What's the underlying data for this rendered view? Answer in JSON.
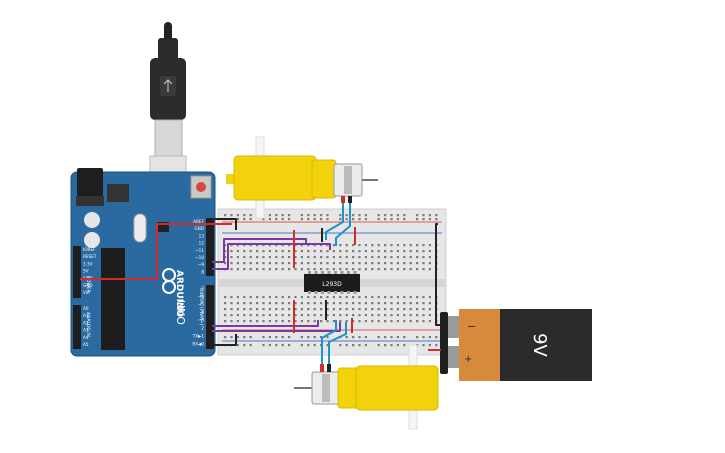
{
  "canvas": {
    "background": "#ffffff"
  },
  "arduino": {
    "board_color": "#2a6aa0",
    "brand": "ARDUINO",
    "model": "UNO",
    "digital_label": "DIGITAL (PWM~)",
    "pin_labels_top": [
      "AREF",
      "GND",
      "13",
      "12",
      "~11",
      "~10",
      "~9",
      "8"
    ],
    "pin_labels_bottom": [
      "7",
      "~6",
      "~5",
      "4",
      "~3",
      "2",
      "TX▶1",
      "RX◀0"
    ],
    "power_labels": [
      "IOREF",
      "RESET",
      "3.3V",
      "5V",
      "GND",
      "GND",
      "Vin"
    ],
    "analog_labels": [
      "A0",
      "A1",
      "A2",
      "A3",
      "A4",
      "A5"
    ],
    "power_header": "POWER",
    "analog_header": "ANALOG IN"
  },
  "chip": {
    "label": "L293D"
  },
  "battery": {
    "label": "9V",
    "minus": "−",
    "plus": "+"
  },
  "colors": {
    "red_wire": "#d42a2a",
    "black_wire": "#222222",
    "purple_wire": "#7b3aa0",
    "blue_wire": "#1f8fd0",
    "motor_yellow": "#f2d20a",
    "battery_orange": "#d88a3c",
    "battery_black": "#2b2b2b",
    "breadboard": "#e6e6e6"
  },
  "icons": [
    "usb-plug-icon",
    "dc-motor-icon",
    "battery-9v-icon",
    "breadboard-icon",
    "ic-chip-icon",
    "arduino-logo-icon"
  ]
}
